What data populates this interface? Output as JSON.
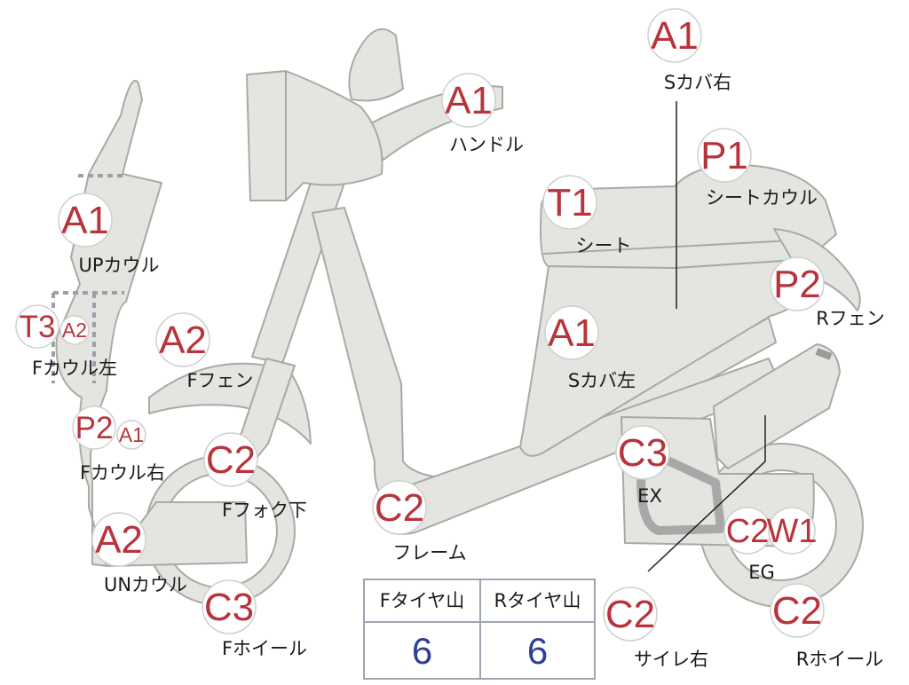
{
  "parts": [
    {
      "grade": "A1",
      "label": "ハンドル"
    },
    {
      "grade": "A1",
      "label": "Sカバ右"
    },
    {
      "grade": "P1",
      "label": "シートカウル"
    },
    {
      "grade": "T1",
      "label": "シート"
    },
    {
      "grade": "P2",
      "label": "Rフェン"
    },
    {
      "grade": "A1",
      "label": "Sカバ左"
    },
    {
      "grade": "A1",
      "label": "UPカウル"
    },
    {
      "grade": "T3",
      "grade2": "A2",
      "label": "Fカウル左"
    },
    {
      "grade": "A2",
      "label": "Fフェン"
    },
    {
      "grade": "P2",
      "grade2": "A1",
      "label": "Fカウル右"
    },
    {
      "grade": "C2",
      "label": "Fフォク下"
    },
    {
      "grade": "A2",
      "label": "UNカウル"
    },
    {
      "grade": "C3",
      "label": "Fホイール"
    },
    {
      "grade": "C2",
      "label": "フレーム"
    },
    {
      "grade": "C3",
      "label": "EX"
    },
    {
      "grade": "C2",
      "grade2": "W1",
      "label": "EG"
    },
    {
      "grade": "C2",
      "label": "サイレ右"
    },
    {
      "grade": "C2",
      "label": "Rホイール"
    }
  ],
  "tread_table": {
    "front_header": "Fタイヤ山",
    "rear_header": "Rタイヤ山",
    "front_value": "6",
    "rear_value": "6"
  },
  "colors": {
    "grade_text": "#b8343c",
    "part_fill": "#e4e4e0",
    "part_stroke": "#aaaaa4",
    "table_value": "#2c3f96",
    "table_border": "#9ea6b2"
  }
}
